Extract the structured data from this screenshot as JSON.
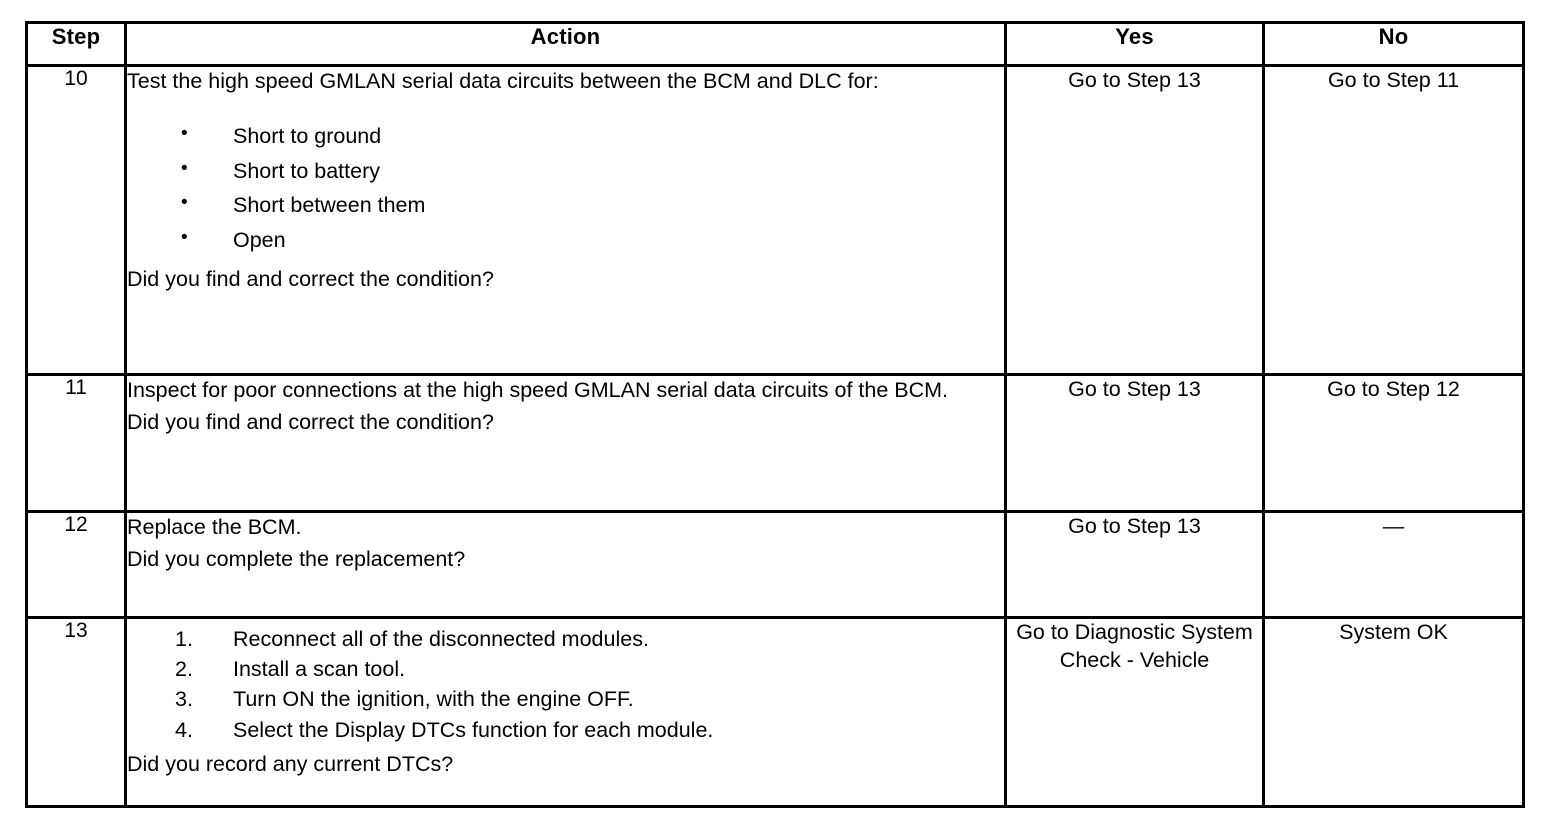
{
  "table": {
    "headers": {
      "step": "Step",
      "action": "Action",
      "yes": "Yes",
      "no": "No"
    },
    "rows": [
      {
        "step": "10",
        "intro": "Test the high speed GMLAN serial data circuits between the BCM and DLC for:",
        "bullets": [
          "Short to ground",
          "Short to battery",
          "Short between them",
          "Open"
        ],
        "question": "Did you find and correct the condition?",
        "yes": "Go to Step 13",
        "no": "Go to Step 11"
      },
      {
        "step": "11",
        "intro": "Inspect for poor connections at the high speed GMLAN serial data circuits of the BCM.",
        "question": "Did you find and correct the condition?",
        "yes": "Go to Step 13",
        "no": "Go to Step 12"
      },
      {
        "step": "12",
        "intro": "Replace the BCM.",
        "question": "Did you complete the replacement?",
        "yes": "Go to Step 13",
        "no": "—"
      },
      {
        "step": "13",
        "numbered": [
          "Reconnect all of the disconnected modules.",
          "Install a scan tool.",
          "Turn ON the ignition, with the engine OFF.",
          "Select the Display DTCs function for each module."
        ],
        "question": "Did you record any current DTCs?",
        "yes": "Go to Diagnostic System Check - Vehicle",
        "no": "System OK"
      }
    ]
  },
  "colors": {
    "background": "#ffffff",
    "text": "#000000",
    "border": "#000000"
  }
}
